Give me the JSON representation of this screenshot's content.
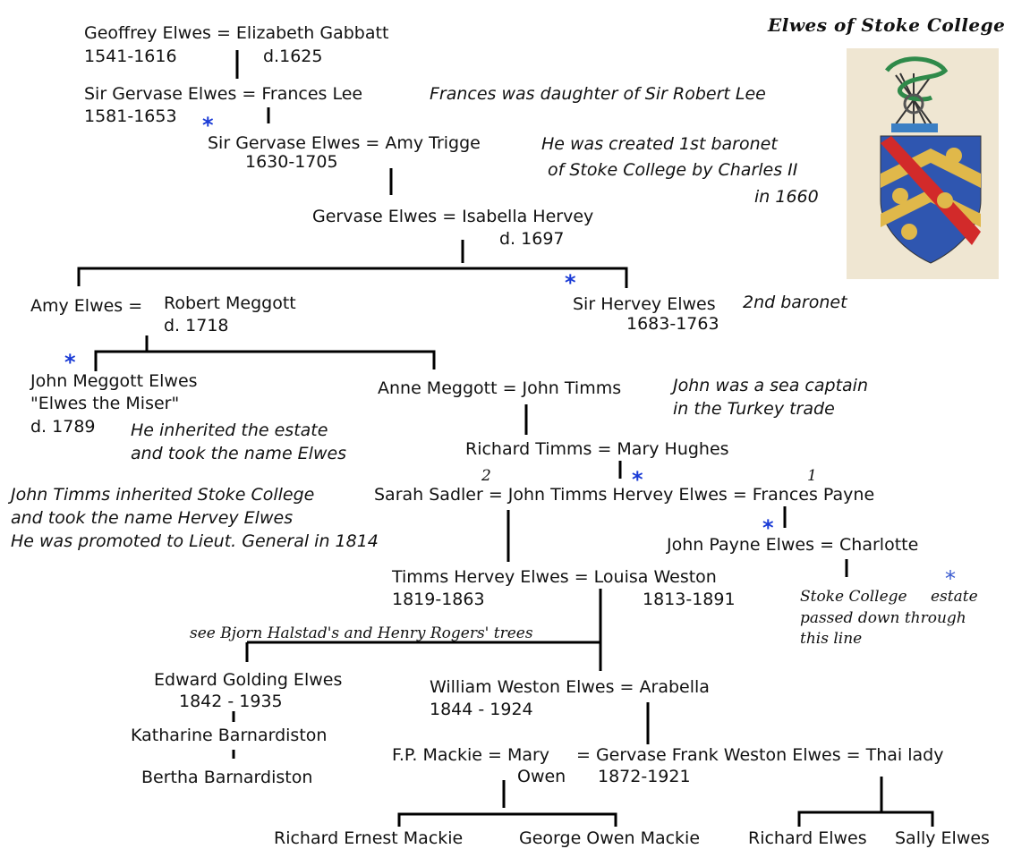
{
  "title": "Elwes of Stoke College",
  "people": {
    "geoffrey": "Geoffrey Elwes = Elizabeth Gabbatt",
    "geoffrey_dates": "1541-1616",
    "elizabeth_dates": "d.1625",
    "gervase1": "Sir Gervase Elwes = Frances Lee",
    "gervase1_dates": "1581-1653",
    "gervase2": "Sir Gervase Elwes = Amy Trigge",
    "gervase2_dates": "1630-1705",
    "gervase3": "Gervase Elwes = Isabella Hervey",
    "isabella_dates": "d. 1697",
    "amy": "Amy Elwes =",
    "robert": "Robert Meggott",
    "robert_dates": "d. 1718",
    "hervey": "Sir Hervey Elwes",
    "hervey_dates": "1683-1763",
    "john_meggott": "John Meggott Elwes",
    "john_meggott_nick": "\"Elwes the Miser\"",
    "john_meggott_dates": "d. 1789",
    "anne": "Anne Meggott = John Timms",
    "richard_timms": "Richard Timms = Mary Hughes",
    "sarah_line": "Sarah Sadler = John Timms Hervey Elwes = Frances Payne",
    "john_payne": "John Payne Elwes = Charlotte",
    "timms_hervey": "Timms Hervey Elwes = Louisa Weston",
    "timms_hervey_dates": "1819-1863",
    "louisa_dates": "1813-1891",
    "edward": "Edward Golding Elwes",
    "edward_dates": "1842 - 1935",
    "katharine": "Katharine Barnardiston",
    "bertha": "Bertha Barnardiston",
    "william": "William Weston Elwes = Arabella",
    "william_dates": "1844 - 1924",
    "fp_mackie": "F.P. Mackie = Mary",
    "owen": "Owen",
    "gervase_frank": "= Gervase Frank Weston Elwes = Thai lady",
    "gervase_frank_dates": "1872-1921",
    "richard_mackie": "Richard Ernest Mackie",
    "george_mackie": "George Owen Mackie",
    "richard_elwes": "Richard Elwes",
    "sally_elwes": "Sally Elwes"
  },
  "notes": {
    "frances": "Frances was daughter of Sir Robert Lee",
    "baronet1_l1": "He was created 1st baronet",
    "baronet1_l2": "of Stoke College by Charles II",
    "baronet1_l3": "in 1660",
    "baronet2": "2nd baronet",
    "inherited_l1": "He inherited the estate",
    "inherited_l2": "and took the name Elwes",
    "sea_l1": "John was a sea captain",
    "sea_l2": "in the Turkey trade",
    "jt_l1": "John Timms inherited Stoke College",
    "jt_l2": "and took the name Hervey Elwes",
    "jt_l3": "He was promoted to Lieut. General in 1814",
    "estate_l1": "Stoke College",
    "estate_l1b": "estate",
    "estate_l2": "passed down through",
    "estate_l3": "this line",
    "see_trees": "see Bjorn Halstad's and Henry Rogers' trees"
  },
  "marks": {
    "star": "*",
    "wife2": "2",
    "wife1": "1"
  },
  "crest": {
    "icon": "coat-of-arms-icon",
    "colors": {
      "field": "#2f56b0",
      "bend": "#d22a2a",
      "gold": "#e0b84a",
      "serpent": "#2f8a4a"
    }
  }
}
